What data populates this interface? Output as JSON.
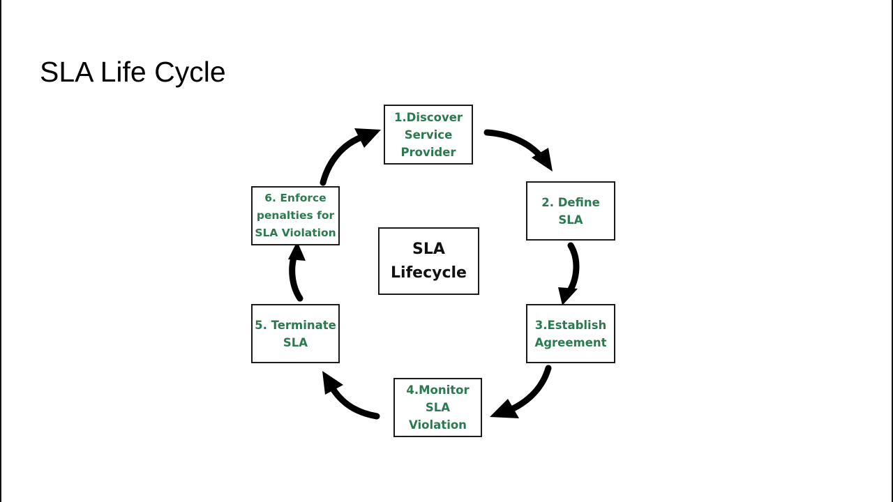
{
  "slide": {
    "title": "SLA Life Cycle"
  },
  "diagram": {
    "center_label": "SLA\nLifecycle",
    "text_color": "#2b7a4f",
    "arrow_color": "#000000",
    "steps": [
      {
        "label": "1.Discover\nService\nProvider"
      },
      {
        "label": "2. Define\nSLA"
      },
      {
        "label": "3.Establish\nAgreement"
      },
      {
        "label": "4.Monitor\nSLA\nViolation"
      },
      {
        "label": "5. Terminate\nSLA"
      },
      {
        "label": "6. Enforce\npenalties for\nSLA Violation"
      }
    ],
    "flow": [
      "1->2",
      "2->3",
      "3->4",
      "4->5",
      "5->6",
      "6->1"
    ]
  }
}
